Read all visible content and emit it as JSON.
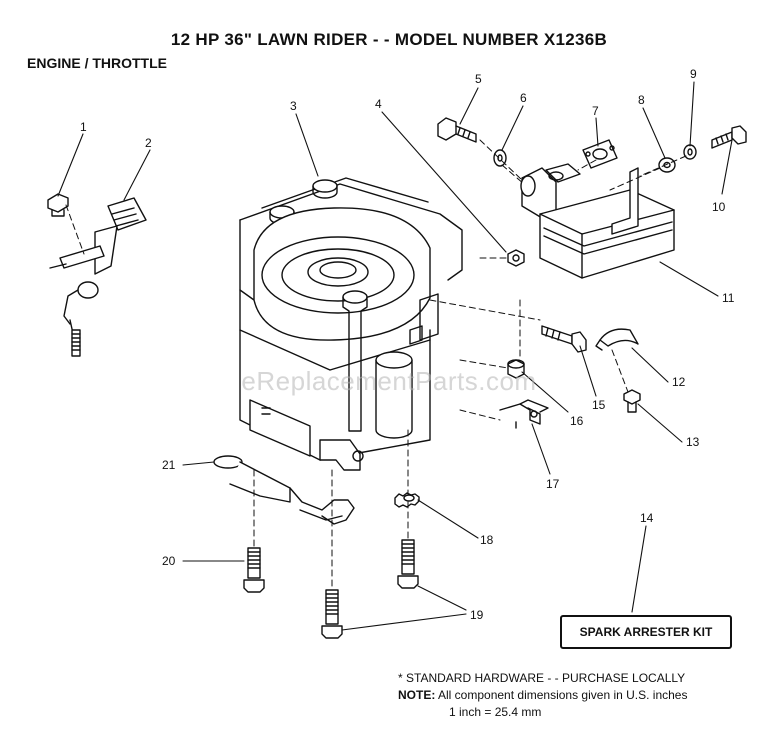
{
  "header": {
    "title": "12 HP 36\" LAWN RIDER - - MODEL NUMBER X1236B",
    "subtitle": "ENGINE / THROTTLE"
  },
  "callouts": [
    "1",
    "2",
    "3",
    "4",
    "5",
    "6",
    "7",
    "8",
    "9",
    "10",
    "11",
    "12",
    "13",
    "14",
    "15",
    "16",
    "17",
    "18",
    "19",
    "20",
    "21"
  ],
  "kit_label": "SPARK ARRESTER KIT",
  "notes": {
    "standard_hardware": "* STANDARD HARDWARE - - PURCHASE LOCALLY",
    "note_label": "NOTE:",
    "note_text": "All component dimensions given in U.S. inches",
    "conversion": "1 inch = 25.4 mm"
  },
  "watermark": "eReplacementParts.com",
  "colors": {
    "ink": "#111111",
    "background": "#ffffff",
    "watermark": "#b4b4b4"
  }
}
